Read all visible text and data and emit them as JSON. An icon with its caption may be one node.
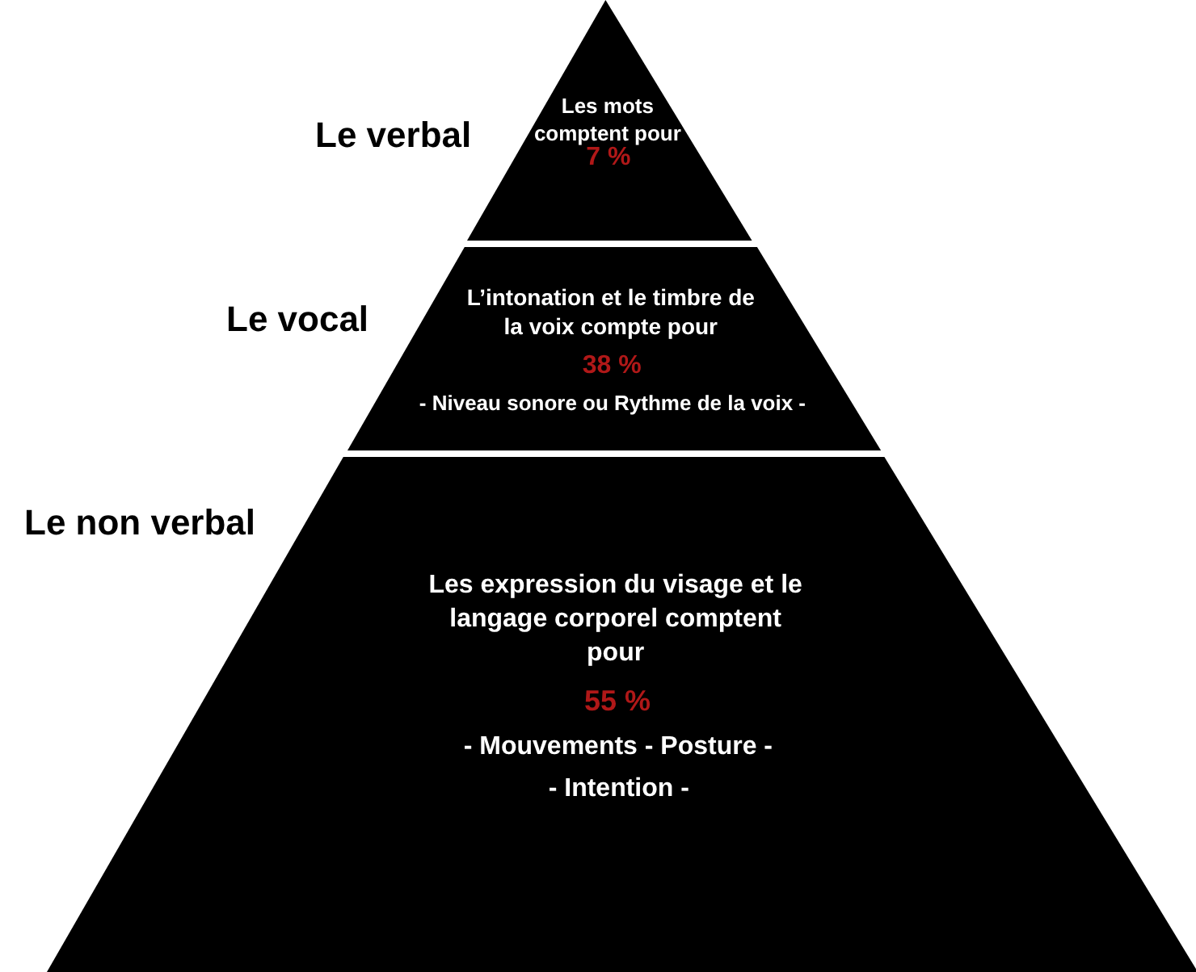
{
  "diagram": {
    "nodes": [
      {
        "text": [
          "Le verbal",
          "Les mots comptent pour",
          "7 %"
        ]
      },
      {
        "text": [
          "Le vocal",
          "L’intonation et le timbre de la voix compte pour",
          "38 %",
          "- Niveau sonore ou Rythme de la voix -"
        ]
      },
      {
        "text": [
          "Le non verbal",
          "Les expression du visage et le langage corporel comptent pour",
          "55 %",
          "- Mouvements - Posture -",
          "- Intention -"
        ]
      }
    ]
  }
}
